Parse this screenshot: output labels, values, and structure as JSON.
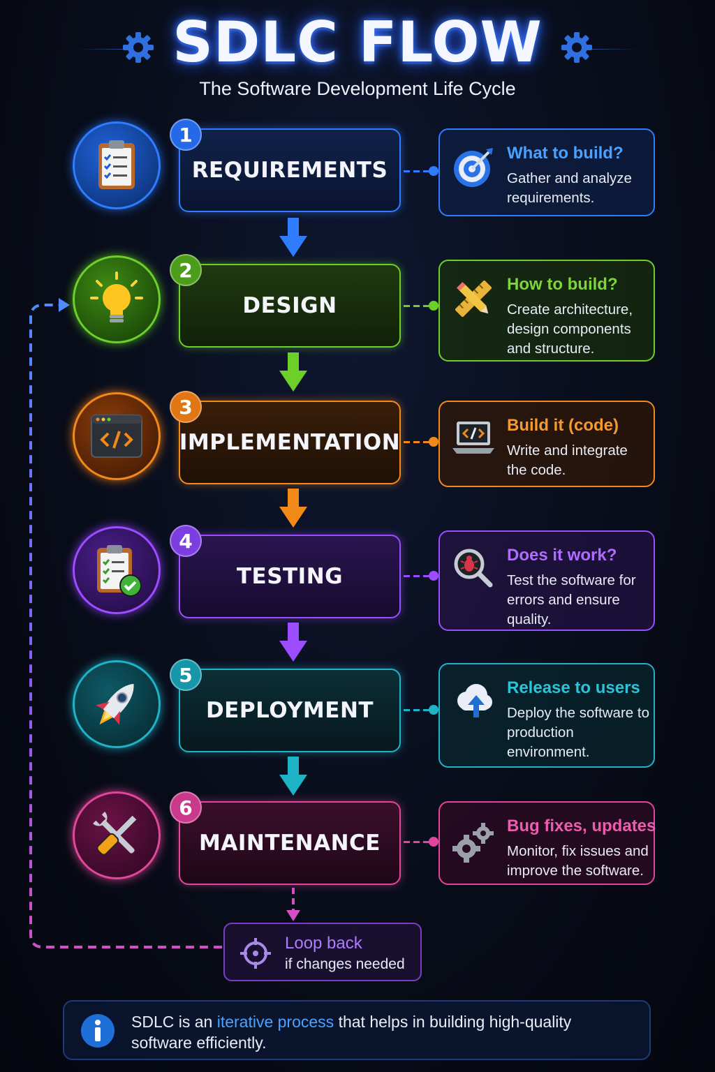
{
  "header": {
    "title": "SDLC FLOW",
    "subtitle": "The Software Development Life Cycle"
  },
  "steps": [
    {
      "number": "1",
      "name": "REQUIREMENTS",
      "icon": "clipboard-checklist-icon",
      "detail_icon": "target-icon",
      "heading": "What to build?",
      "text": "Gather and analyze requirements.",
      "color": "#2f7cff"
    },
    {
      "number": "2",
      "name": "DESIGN",
      "icon": "lightbulb-icon",
      "detail_icon": "pencil-ruler-icon",
      "heading": "How to build?",
      "text": "Create architecture, design components and structure.",
      "color": "#6ccf2a"
    },
    {
      "number": "3",
      "name": "IMPLEMENTATION",
      "icon": "code-window-icon",
      "detail_icon": "laptop-code-icon",
      "heading": "Build it (code)",
      "text": "Write and integrate the code.",
      "color": "#f28a1a"
    },
    {
      "number": "4",
      "name": "TESTING",
      "icon": "clipboard-check-icon",
      "detail_icon": "bug-magnifier-icon",
      "heading": "Does it work?",
      "text": "Test the software for errors and ensure quality.",
      "color": "#9b4dff"
    },
    {
      "number": "5",
      "name": "DEPLOYMENT",
      "icon": "rocket-icon",
      "detail_icon": "cloud-upload-icon",
      "heading": "Release to users",
      "text": "Deploy the software to production environment.",
      "color": "#1fb3c8"
    },
    {
      "number": "6",
      "name": "MAINTENANCE",
      "icon": "wrench-screwdriver-icon",
      "detail_icon": "gears-icon",
      "heading": "Bug fixes, updates",
      "text": "Monitor, fix issues and improve the software.",
      "color": "#e0479c"
    }
  ],
  "loop": {
    "icon": "loop-target-icon",
    "heading": "Loop back",
    "text": "if changes needed"
  },
  "footer": {
    "icon": "info-icon",
    "text_before": "SDLC is an ",
    "highlight": "iterative process",
    "text_after": " that helps in building high-quality software efficiently.",
    "highlight_color": "#4aa3ff"
  }
}
